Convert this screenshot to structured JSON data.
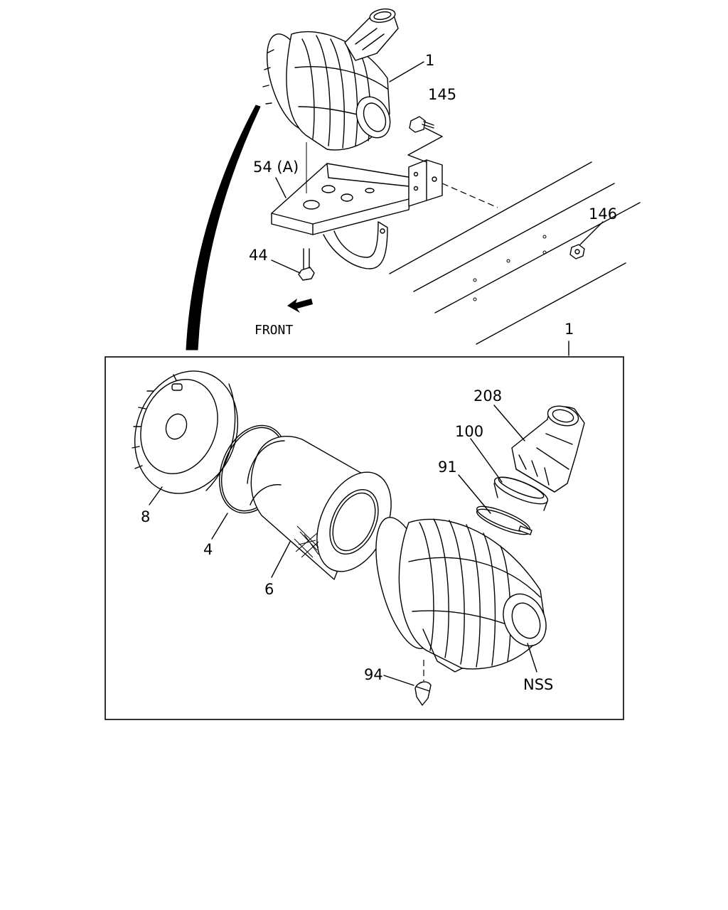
{
  "diagram": {
    "callouts": {
      "c1_top": "1",
      "c145": "145",
      "c54": "54 (A)",
      "c146": "146",
      "c44": "44",
      "front": "FRONT",
      "c1_box": "1",
      "c208": "208",
      "c100": "100",
      "c91": "91",
      "c8": "8",
      "c4": "4",
      "c6": "6",
      "c94": "94",
      "nss": "NSS"
    },
    "line_color": "#000000",
    "background": "#ffffff"
  }
}
